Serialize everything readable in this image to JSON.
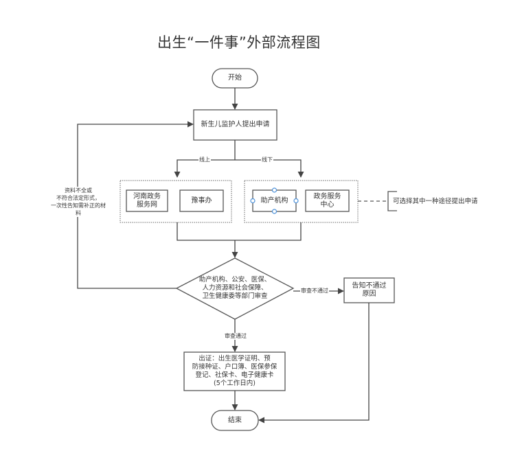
{
  "title": "出生“一件事”外部流程图",
  "nodes": {
    "start": "开始",
    "applicant": "新生儿监护人提出申请",
    "online_a": "河南政务\n服务网",
    "online_b": "豫事办",
    "offline_a": "助产机构",
    "offline_b": "政务服务\n中心",
    "review": "助产机构、公安、医保、\n人力资源和社会保障、\n卫生健康委等部门审查",
    "reject": "告知不通过\n原因",
    "issue": "  出证：出生医学证明、预\n防接种证、户口簿、医保参保\n登记、社保卡、电子健康卡\n(5个工作日内)",
    "end": "结束"
  },
  "edge_labels": {
    "online": "线上",
    "offline": "线下",
    "not_passed": "审查不通过",
    "passed": "审查通过"
  },
  "notes": {
    "incomplete": "资料不全或\n不符合法定形式，\n一次性告知需补正的材料",
    "choose_one": "可选择其中一种途径提出申请"
  },
  "colors": {
    "stroke": "#555555",
    "text": "#333333",
    "handle": "#4a90d9"
  }
}
